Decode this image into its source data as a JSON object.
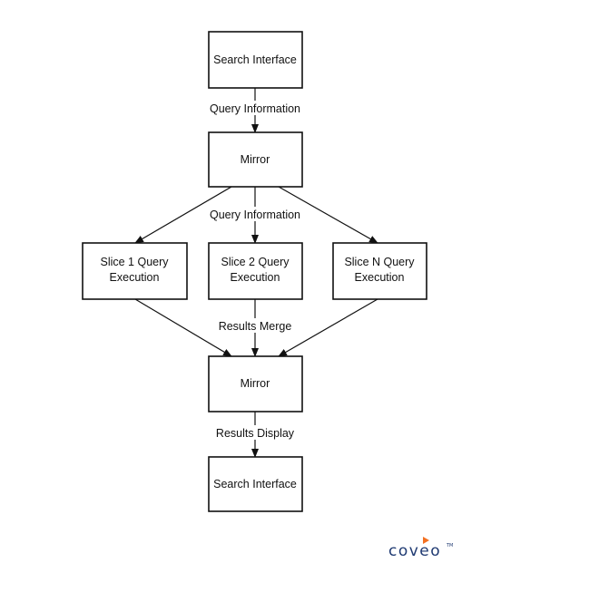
{
  "diagram": {
    "nodes": {
      "search_top": {
        "lines": [
          "Search Interface"
        ]
      },
      "mirror_top": {
        "lines": [
          "Mirror"
        ]
      },
      "slice1": {
        "lines": [
          "Slice 1 Query",
          "Execution"
        ]
      },
      "slice2": {
        "lines": [
          "Slice 2 Query",
          "Execution"
        ]
      },
      "sliceN": {
        "lines": [
          "Slice N Query",
          "Execution"
        ]
      },
      "mirror_bottom": {
        "lines": [
          "Mirror"
        ]
      },
      "search_bottom": {
        "lines": [
          "Search Interface"
        ]
      }
    },
    "edge_labels": {
      "query_info_1": "Query Information",
      "query_info_2": "Query Information",
      "results_merge": "Results Merge",
      "results_display": "Results Display"
    }
  },
  "logo": {
    "text": "coveo",
    "tm": "TM",
    "colors": {
      "text": "#1f3a72",
      "mark": "#f37021"
    }
  }
}
